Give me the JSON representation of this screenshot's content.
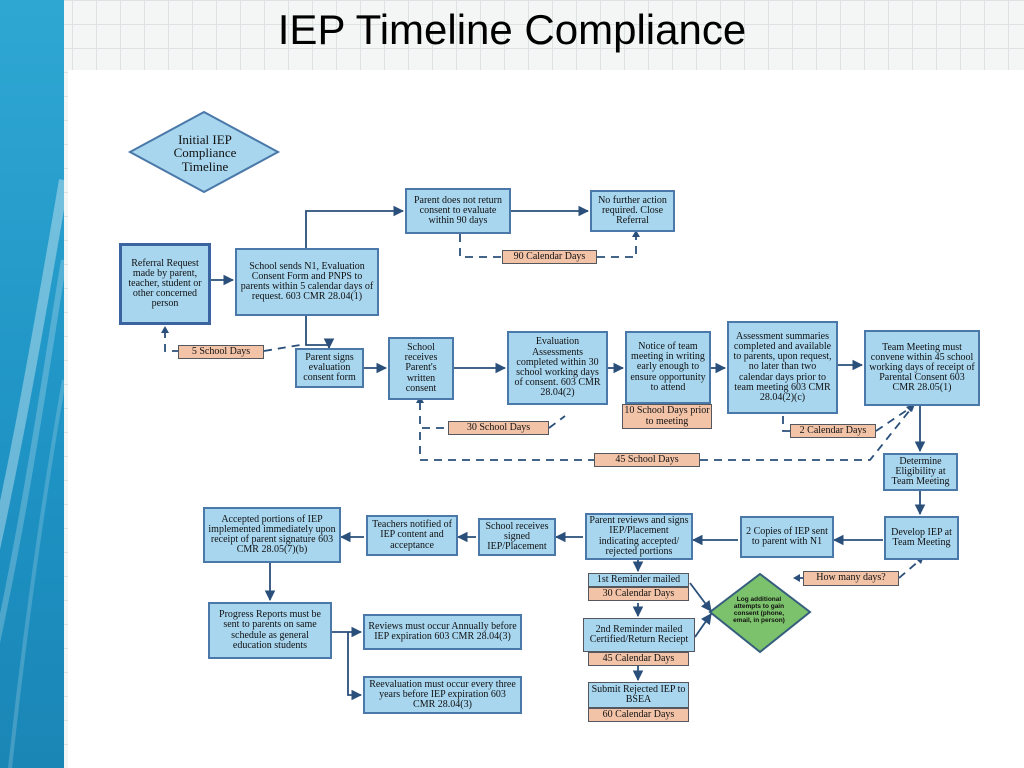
{
  "title": "IEP Timeline Compliance",
  "nodes": {
    "start": "Initial IEP Compliance Timeline",
    "referral": "Referral Request made by parent, teacher, student or other concerned person",
    "school_sends_n1": "School sends N1, Evaluation Consent Form and PNPS to parents within 5 calendar days of request. 603 CMR 28.04(1)",
    "parent_not_return": "Parent does not return consent to evaluate within 90 days",
    "no_further_action": "No further action required. Close Referral",
    "parent_signs": "Parent signs evaluation consent form",
    "school_receives_consent": "School receives Parent's written consent",
    "evaluation_assessments": "Evaluation Assessments completed within 30 school working days of consent. 603 CMR 28.04(2)",
    "notice_team_meeting": "Notice of team meeting in writing early enough to ensure opportunity to attend",
    "assessment_summaries": "Assessment summaries completed and available to parents, upon request, no later than two calendar days prior to team meeting 603 CMR 28.04(2)(c)",
    "team_meeting_convene": "Team Meeting must convene within 45 school working days of receipt of Parental Consent 603 CMR 28.05(1)",
    "determine_eligibility": "Determine Eligibility at Team Meeting",
    "develop_iep": "Develop IEP at Team Meeting",
    "two_copies": "2 Copies of IEP sent to parent with N1",
    "parent_reviews": "Parent reviews and signs IEP/Placement indicating accepted/ rejected portions",
    "school_receives_signed": "School receives signed IEP/Placement",
    "teachers_notified": "Teachers notified of IEP content and acceptance",
    "accepted_portions": "Accepted portions of IEP implemented immediately upon receipt of parent signature 603 CMR 28.05(7)(b)",
    "progress_reports": "Progress Reports must be sent to parents on same schedule as general education students",
    "reviews_annually": "Reviews must occur Annually before IEP expiration 603 CMR 28.04(3)",
    "reevaluation": "Reevaluation must occur every three years before IEP expiration 603 CMR 28.04(3)",
    "reminder1": "1st Reminder mailed",
    "reminder2": "2nd Reminder mailed Certified/Return Reciept",
    "submit_rejected": "Submit Rejected IEP to BSEA",
    "log_attempts": "Log additional attempts to gain consent (phone, email, in person)"
  },
  "timeframes": {
    "five_school_days": "5 School Days",
    "ninety_calendar_days": "90 Calendar Days",
    "thirty_school_days": "30 School Days",
    "ten_school_days": "10 School Days prior to meeting",
    "two_calendar_days": "2 Calendar Days",
    "forty_five_school_days": "45 School Days",
    "how_many_days": "How many days?",
    "thirty_calendar_days": "30 Calendar Days",
    "forty_five_calendar_days": "45 Calendar Days",
    "sixty_calendar_days": "60 Calendar Days"
  },
  "colors": {
    "sidebar": "#1e93c4",
    "box_fill": "#a8d6ef",
    "box_border": "#4a78a8",
    "timeframe_fill": "#f3c3a8",
    "decision_green": "#7cc16b",
    "connector": "#2a4f7a"
  }
}
